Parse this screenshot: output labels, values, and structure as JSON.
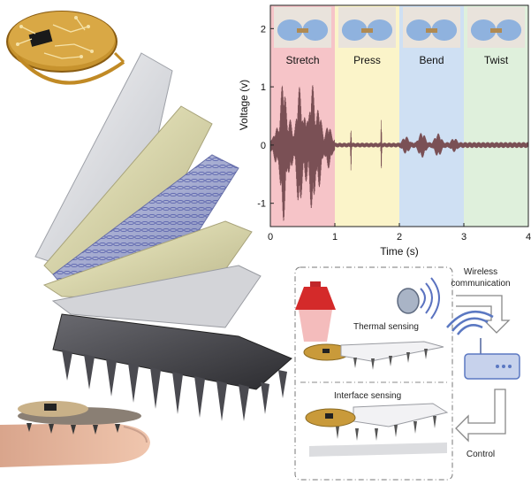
{
  "chart_data": {
    "type": "line",
    "xlabel": "Time (s)",
    "ylabel": "Voltage (v)",
    "xlim": [
      0,
      4
    ],
    "ylim": [
      -1.4,
      2.4
    ],
    "x_ticks": [
      "0",
      "1",
      "2",
      "3",
      "4"
    ],
    "y_ticks": [
      "2",
      "1",
      "0",
      "-1"
    ],
    "regions": [
      {
        "label": "Stretch",
        "x0": 0,
        "x1": 1,
        "color": "#f6c4c8"
      },
      {
        "label": "Press",
        "x0": 1,
        "x1": 2,
        "color": "#fbf4c9"
      },
      {
        "label": "Bend",
        "x0": 2,
        "x1": 3,
        "color": "#cfe0f3"
      },
      {
        "label": "Twist",
        "x0": 3,
        "x1": 4,
        "color": "#dff0dc"
      }
    ],
    "series": [
      {
        "signal_color": "#7a5055",
        "envelope": {
          "stretch_peaks": [
            [
              0.1,
              0.25
            ],
            [
              0.2,
              1.1
            ],
            [
              0.3,
              0.4
            ],
            [
              0.45,
              0.95
            ],
            [
              0.55,
              0.5
            ],
            [
              0.65,
              1.0
            ],
            [
              0.75,
              0.6
            ],
            [
              0.9,
              0.3
            ]
          ],
          "press_spikes": [
            [
              1.25,
              0.45
            ],
            [
              1.72,
              0.5
            ]
          ],
          "bend_bursts": [
            [
              2.1,
              0.15
            ],
            [
              2.35,
              0.22
            ],
            [
              2.6,
              0.2
            ],
            [
              2.85,
              0.12
            ]
          ],
          "twist_level": 0.05
        }
      }
    ]
  },
  "diagram": {
    "thermal_label": "Thermal sensing",
    "interface_label": "Interface sensing",
    "wireless_label_1": "Wireless",
    "wireless_label_2": "communication",
    "control_label": "Control"
  },
  "colors": {
    "accent_red": "#d42a2a",
    "device_gold": "#c99a3a",
    "router_blue": "#5b78c2"
  }
}
